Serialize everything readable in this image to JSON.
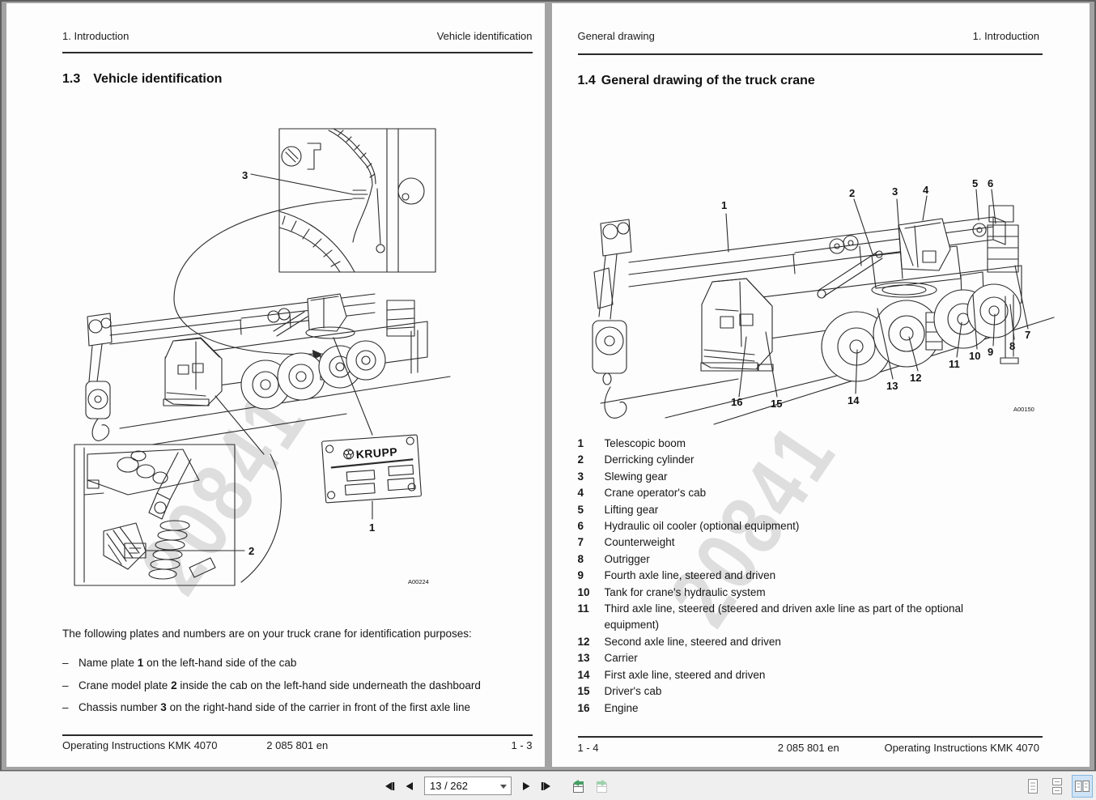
{
  "watermark": "20841",
  "toolbar": {
    "page_field": "13 / 262"
  },
  "left_page": {
    "header_left": "1. Introduction",
    "header_right": "Vehicle identification",
    "section_no": "1.3",
    "section_title": "Vehicle identification",
    "figure": {
      "callout_chassis": "3",
      "callout_model": "2",
      "callout_plate": "1",
      "plate_brand": "KRUPP",
      "figure_id": "A00224"
    },
    "intro": "The following plates and numbers are on your truck crane for identification purposes:",
    "bullets": [
      {
        "dash": "–",
        "pre": "Name plate ",
        "num": "1",
        "post": " on the left-hand side of the cab"
      },
      {
        "dash": "–",
        "pre": "Crane model plate  ",
        "num": "2",
        "post": " inside the cab on the left-hand side underneath the dashboard"
      },
      {
        "dash": "–",
        "pre": "Chassis number ",
        "num": "3",
        "post": " on the right-hand side of the carrier in front of the first axle line"
      }
    ],
    "footer_left": "Operating Instructions KMK 4070",
    "footer_center": "2 085 801 en",
    "footer_right": "1 - 3"
  },
  "right_page": {
    "header_left": "General drawing",
    "header_right": "1. Introduction",
    "section_no": "1.4",
    "section_title": "General drawing of the truck crane",
    "figure": {
      "callouts": [
        "1",
        "2",
        "3",
        "4",
        "5",
        "6",
        "7",
        "8",
        "9",
        "10",
        "11",
        "12",
        "13",
        "14",
        "15",
        "16"
      ],
      "figure_id": "A00150"
    },
    "legend": [
      {
        "num": "1",
        "text": "Telescopic boom"
      },
      {
        "num": "2",
        "text": "Derricking cylinder"
      },
      {
        "num": "3",
        "text": "Slewing gear"
      },
      {
        "num": "4",
        "text": "Crane operator's cab"
      },
      {
        "num": "5",
        "text": "Lifting gear"
      },
      {
        "num": "6",
        "text": "Hydraulic oil cooler (optional equipment)"
      },
      {
        "num": "7",
        "text": "Counterweight"
      },
      {
        "num": "8",
        "text": "Outrigger"
      },
      {
        "num": "9",
        "text": "Fourth axle line, steered and driven"
      },
      {
        "num": "10",
        "text": "Tank for crane's hydraulic system"
      },
      {
        "num": "11",
        "text": "Third axle line, steered (steered and driven axle line as part of the optional equipment)"
      },
      {
        "num": "12",
        "text": "Second axle line, steered and driven"
      },
      {
        "num": "13",
        "text": "Carrier"
      },
      {
        "num": "14",
        "text": "First axle line, steered and driven"
      },
      {
        "num": "15",
        "text": "Driver's cab"
      },
      {
        "num": "16",
        "text": "Engine"
      }
    ],
    "footer_left": "1 - 4",
    "footer_center": "2 085 801 en",
    "footer_right": "Operating Instructions KMK 4070"
  }
}
